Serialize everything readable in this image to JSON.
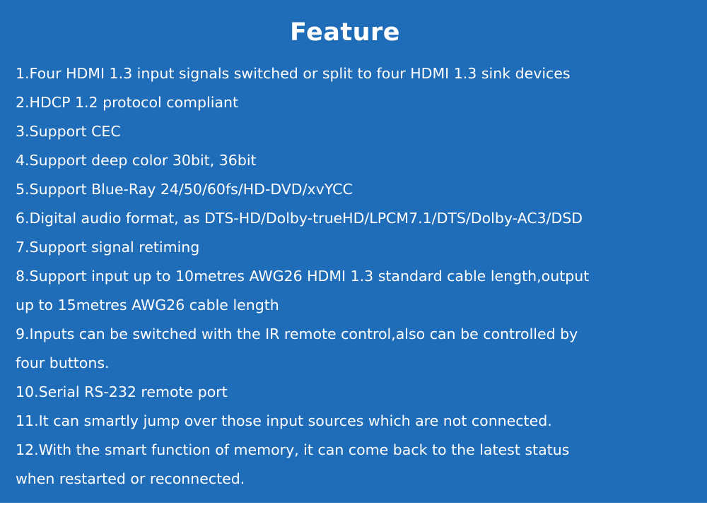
{
  "page": {
    "title": "Feature",
    "background_color": "#1f6cb8",
    "text_color": "#ffffff"
  },
  "lines": [
    "1.Four HDMI 1.3 input signals switched or split to four HDMI 1.3 sink devices",
    "2.HDCP 1.2 protocol compliant",
    "3.Support CEC",
    "4.Support deep color 30bit, 36bit",
    "5.Support Blue-Ray 24/50/60fs/HD-DVD/xvYCC",
    "6.Digital audio format, as DTS-HD/Dolby-trueHD/LPCM7.1/DTS/Dolby-AC3/DSD",
    "7.Support signal retiming",
    "8.Support input up to 10metres AWG26 HDMI 1.3 standard cable length,output",
    "up to 15metres AWG26 cable length",
    "9.Inputs can be switched with the IR remote control,also can be controlled by",
    "four buttons.",
    "10.Serial RS-232 remote port",
    "11.It can smartly jump over those input sources which are not connected.",
    "12.With the smart function of memory, it can come back to the latest status",
    "when restarted or reconnected."
  ]
}
